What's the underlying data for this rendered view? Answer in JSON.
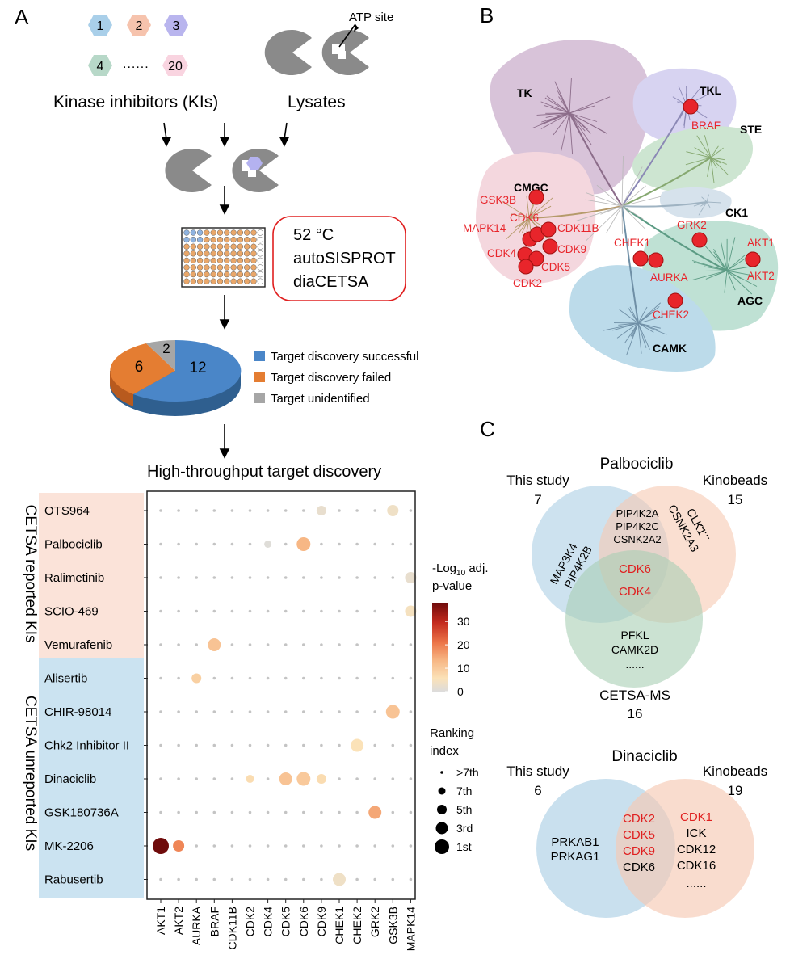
{
  "panels": {
    "a": "A",
    "b": "B",
    "c": "C"
  },
  "workflow": {
    "inhibitor_ids": [
      "1",
      "2",
      "3",
      "4",
      "20"
    ],
    "dots": "......",
    "atp_label": "ATP site",
    "ki_label": "Kinase inhibitors (KIs)",
    "lysate_label": "Lysates",
    "method_lines": [
      "52 °C",
      "autoSISPROT",
      "diaCETSA"
    ],
    "colors": {
      "hex1": "#a9cfe9",
      "hex2": "#f6c3ad",
      "hex3": "#b9b5ee",
      "hex4": "#b7d8c8",
      "hex20": "#f9d4e0"
    }
  },
  "pie": {
    "slices": [
      {
        "label": "Target discovery successful",
        "value": 12,
        "color": "#4a86c8"
      },
      {
        "label": "Target discovery failed",
        "value": 6,
        "color": "#e47d32"
      },
      {
        "label": "Target unidentified",
        "value": 2,
        "color": "#a6a6a6"
      }
    ]
  },
  "dotplot_title": "High-throughput target discovery",
  "chart_data": {
    "type": "dot-matrix",
    "rows": [
      "OTS964",
      "Palbociclib",
      "Ralimetinib",
      "SCIO-469",
      "Vemurafenib",
      "Alisertib",
      "CHIR-98014",
      "Chk2 Inhibitor II",
      "Dinaciclib",
      "GSK180736A",
      "MK-2206",
      "Rabusertib"
    ],
    "columns": [
      "AKT1",
      "AKT2",
      "AURKA",
      "BRAF",
      "CDK11B",
      "CDK2",
      "CDK4",
      "CDK5",
      "CDK6",
      "CDK9",
      "CHEK1",
      "CHEK2",
      "GRK2",
      "GSK3B",
      "MAPK14"
    ],
    "groups": [
      {
        "label": "CETSA reported KIs",
        "rows": [
          0,
          4
        ]
      },
      {
        "label": "CETSA unreported KIs",
        "rows": [
          5,
          11
        ]
      }
    ],
    "points": [
      {
        "row": 0,
        "col": 9,
        "neglog10_padj": 2,
        "rank": 5
      },
      {
        "row": 0,
        "col": 13,
        "neglog10_padj": 3,
        "rank": 4
      },
      {
        "row": 1,
        "col": 6,
        "neglog10_padj": 0.5,
        "rank": 7
      },
      {
        "row": 1,
        "col": 8,
        "neglog10_padj": 12,
        "rank": 2
      },
      {
        "row": 2,
        "col": 14,
        "neglog10_padj": 2,
        "rank": 4
      },
      {
        "row": 3,
        "col": 14,
        "neglog10_padj": 4,
        "rank": 4
      },
      {
        "row": 4,
        "col": 3,
        "neglog10_padj": 10,
        "rank": 3
      },
      {
        "row": 5,
        "col": 2,
        "neglog10_padj": 8,
        "rank": 5
      },
      {
        "row": 6,
        "col": 13,
        "neglog10_padj": 10,
        "rank": 2
      },
      {
        "row": 7,
        "col": 11,
        "neglog10_padj": 5,
        "rank": 3
      },
      {
        "row": 8,
        "col": 5,
        "neglog10_padj": 6,
        "rank": 6
      },
      {
        "row": 8,
        "col": 7,
        "neglog10_padj": 10,
        "rank": 3
      },
      {
        "row": 8,
        "col": 8,
        "neglog10_padj": 9,
        "rank": 2
      },
      {
        "row": 8,
        "col": 9,
        "neglog10_padj": 6,
        "rank": 5
      },
      {
        "row": 9,
        "col": 12,
        "neglog10_padj": 14,
        "rank": 3
      },
      {
        "row": 10,
        "col": 0,
        "neglog10_padj": 38,
        "rank": 1
      },
      {
        "row": 10,
        "col": 1,
        "neglog10_padj": 18,
        "rank": 4
      },
      {
        "row": 11,
        "col": 10,
        "neglog10_padj": 3,
        "rank": 3
      }
    ],
    "color_legend": {
      "title_pre": "-Log",
      "title_sub": "10",
      "title_post": " adj.",
      "title_line2": "p-value",
      "ticks": [
        0,
        10,
        20,
        30
      ],
      "range": [
        0,
        38
      ]
    },
    "size_legend": {
      "title_line1": "Ranking",
      "title_line2": "index",
      "labels": [
        ">7th",
        "7th",
        "5th",
        "3rd",
        "1st"
      ]
    }
  },
  "tree": {
    "families": [
      "TK",
      "TKL",
      "STE",
      "CK1",
      "AGC",
      "CAMK",
      "CMGC"
    ],
    "kinases": [
      "BRAF",
      "GSK3B",
      "MAPK14",
      "CDK6",
      "CDK11B",
      "CDK9",
      "CDK4",
      "CDK5",
      "CDK2",
      "CHEK1",
      "GRK2",
      "AKT1",
      "AKT2",
      "AURKA",
      "CHEK2"
    ],
    "family_colors": {
      "TK": "#d8c3d9",
      "TKL": "#d7d3f1",
      "STE": "#cde5d1",
      "CK1": "#d6e2ec",
      "AGC": "#bfe1d4",
      "CAMK": "#bcdbea",
      "CMGC": "#f4d7de"
    }
  },
  "venn_palbo": {
    "title": "Palbociclib",
    "left_title": "This study",
    "left_count": "7",
    "right_title": "Kinobeads",
    "right_count": "15",
    "bottom_title": "CETSA-MS",
    "bottom_count": "16",
    "left_only": [
      "MAP3K4",
      "PIP4K2B"
    ],
    "left_right": [
      "PIP4K2A",
      "PIP4K2C",
      "CSNK2A2"
    ],
    "right_only": [
      "CLK1",
      "CSNK2A3",
      "......"
    ],
    "center": [
      "CDK6",
      "CDK4"
    ],
    "bottom_only": [
      "PFKL",
      "CAMK2D",
      "......"
    ]
  },
  "venn_dina": {
    "title": "Dinaciclib",
    "left_title": "This study",
    "left_count": "6",
    "right_title": "Kinobeads",
    "right_count": "19",
    "left_only": [
      "PRKAB1",
      "PRKAG1"
    ],
    "overlap_red": [
      "CDK2",
      "CDK5",
      "CDK9"
    ],
    "overlap_black": [
      "CDK6"
    ],
    "right_red": [
      "CDK1"
    ],
    "right_black": [
      "ICK",
      "CDK12",
      "CDK16",
      "......"
    ]
  }
}
